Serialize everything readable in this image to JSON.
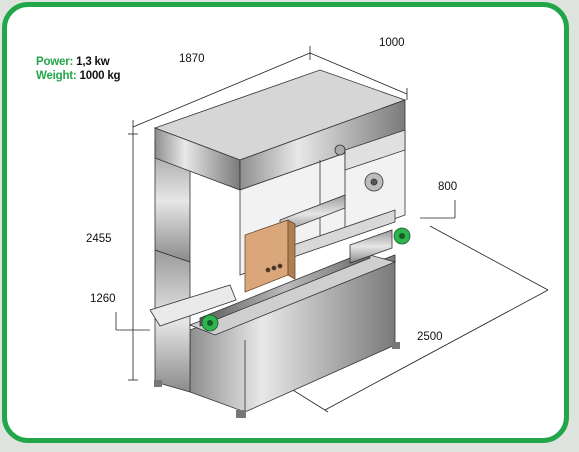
{
  "specs": {
    "power_label": "Power:",
    "power_value": "1,3 kw",
    "weight_label": "Weight:",
    "weight_value": "1000 kg"
  },
  "dimensions": {
    "width_1870": "1870",
    "depth_1000": "1000",
    "height_2455": "2455",
    "infeed_1260": "1260",
    "outfeed_800": "800",
    "length_2500": "2500"
  },
  "colors": {
    "frame_border": "#22a64a",
    "spec_label": "#22a64a",
    "panel_box": "#d9a77a",
    "motor": "#2fb34f"
  }
}
